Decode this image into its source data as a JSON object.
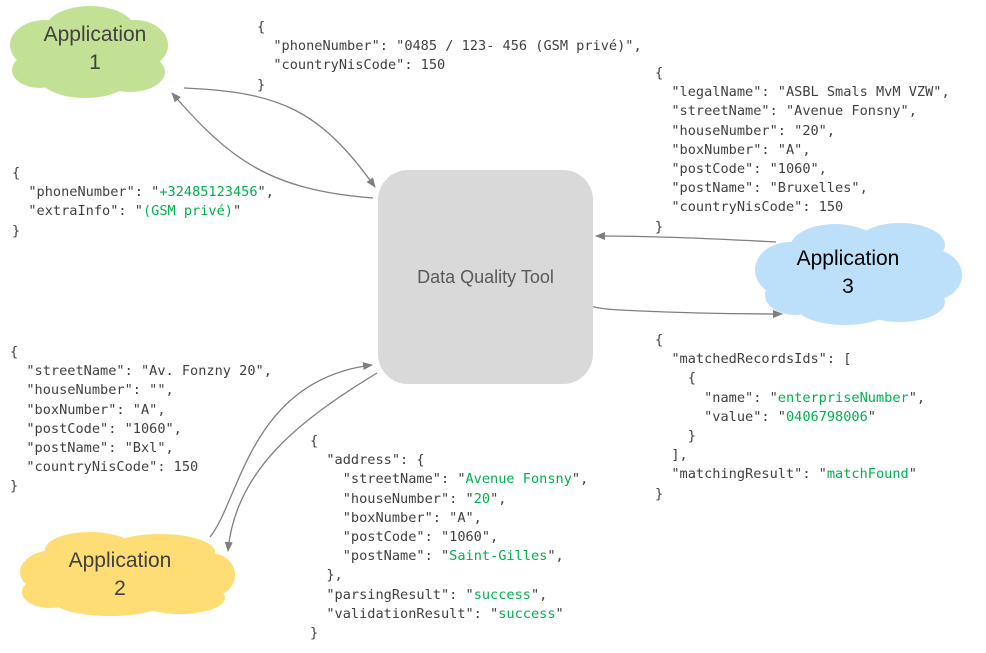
{
  "colors": {
    "app1": "#c3e195",
    "app2": "#fedd75",
    "app3": "#bde0fa",
    "tool": "#d9d9d9",
    "arrow": "#7f7f7f",
    "value_green": "#00b050"
  },
  "tool": {
    "label": "Data Quality Tool"
  },
  "apps": [
    {
      "line1": "Application",
      "line2": "1"
    },
    {
      "line1": "Application",
      "line2": "2"
    },
    {
      "line1": "Application",
      "line2": "3"
    }
  ],
  "blocks": {
    "app1_request": [
      [
        {
          "t": "{"
        }
      ],
      [
        {
          "t": "  \"phoneNumber\": \"0485 / 123- 456 (GSM privé)\","
        }
      ],
      [
        {
          "t": "  \"countryNisCode\": 150"
        }
      ],
      [
        {
          "t": "}"
        }
      ]
    ],
    "app1_response": [
      [
        {
          "t": "{"
        }
      ],
      [
        {
          "t": "  \"phoneNumber\": \""
        },
        {
          "t": "+32485123456",
          "g": true
        },
        {
          "t": "\","
        }
      ],
      [
        {
          "t": "  \"extraInfo\": \""
        },
        {
          "t": "(GSM privé)",
          "g": true
        },
        {
          "t": "\""
        }
      ],
      [
        {
          "t": "}"
        }
      ]
    ],
    "app3_request": [
      [
        {
          "t": "{"
        }
      ],
      [
        {
          "t": "  \"legalName\": \"ASBL Smals MvM VZW\","
        }
      ],
      [
        {
          "t": "  \"streetName\": \"Avenue Fonsny\","
        }
      ],
      [
        {
          "t": "  \"houseNumber\": \"20\","
        }
      ],
      [
        {
          "t": "  \"boxNumber\": \"A\","
        }
      ],
      [
        {
          "t": "  \"postCode\": \"1060\","
        }
      ],
      [
        {
          "t": "  \"postName\": \"Bruxelles\","
        }
      ],
      [
        {
          "t": "  \"countryNisCode\": 150"
        }
      ],
      [
        {
          "t": "}"
        }
      ]
    ],
    "app3_response": [
      [
        {
          "t": "{"
        }
      ],
      [
        {
          "t": "  \"matchedRecordsIds\": ["
        }
      ],
      [
        {
          "t": "    {"
        }
      ],
      [
        {
          "t": "      \"name\": \""
        },
        {
          "t": "enterpriseNumber",
          "g": true
        },
        {
          "t": "\","
        }
      ],
      [
        {
          "t": "      \"value\": \""
        },
        {
          "t": "0406798006",
          "g": true
        },
        {
          "t": "\""
        }
      ],
      [
        {
          "t": "    }"
        }
      ],
      [
        {
          "t": "  ],"
        }
      ],
      [
        {
          "t": "  \"matchingResult\": \""
        },
        {
          "t": "matchFound",
          "g": true
        },
        {
          "t": "\""
        }
      ],
      [
        {
          "t": "}"
        }
      ]
    ],
    "app2_request": [
      [
        {
          "t": "{"
        }
      ],
      [
        {
          "t": "  \"streetName\": \"Av. Fonzny 20\","
        }
      ],
      [
        {
          "t": "  \"houseNumber\": \"\","
        }
      ],
      [
        {
          "t": "  \"boxNumber\": \"A\","
        }
      ],
      [
        {
          "t": "  \"postCode\": \"1060\","
        }
      ],
      [
        {
          "t": "  \"postName\": \"Bxl\","
        }
      ],
      [
        {
          "t": "  \"countryNisCode\": 150"
        }
      ],
      [
        {
          "t": "}"
        }
      ]
    ],
    "app2_response": [
      [
        {
          "t": "{"
        }
      ],
      [
        {
          "t": "  \"address\": {"
        }
      ],
      [
        {
          "t": "    \"streetName\": \""
        },
        {
          "t": "Avenue Fonsny",
          "g": true
        },
        {
          "t": "\","
        }
      ],
      [
        {
          "t": "    \"houseNumber\": \""
        },
        {
          "t": "20",
          "g": true
        },
        {
          "t": "\","
        }
      ],
      [
        {
          "t": "    \"boxNumber\": \"A\","
        }
      ],
      [
        {
          "t": "    \"postCode\": \"1060\","
        }
      ],
      [
        {
          "t": "    \"postName\": \""
        },
        {
          "t": "Saint-Gilles",
          "g": true
        },
        {
          "t": "\","
        }
      ],
      [
        {
          "t": "  },"
        }
      ],
      [
        {
          "t": "  \"parsingResult\": \""
        },
        {
          "t": "success",
          "g": true
        },
        {
          "t": "\","
        }
      ],
      [
        {
          "t": "  \"validationResult\": \""
        },
        {
          "t": "success",
          "g": true
        },
        {
          "t": "\""
        }
      ],
      [
        {
          "t": "}"
        }
      ]
    ]
  }
}
